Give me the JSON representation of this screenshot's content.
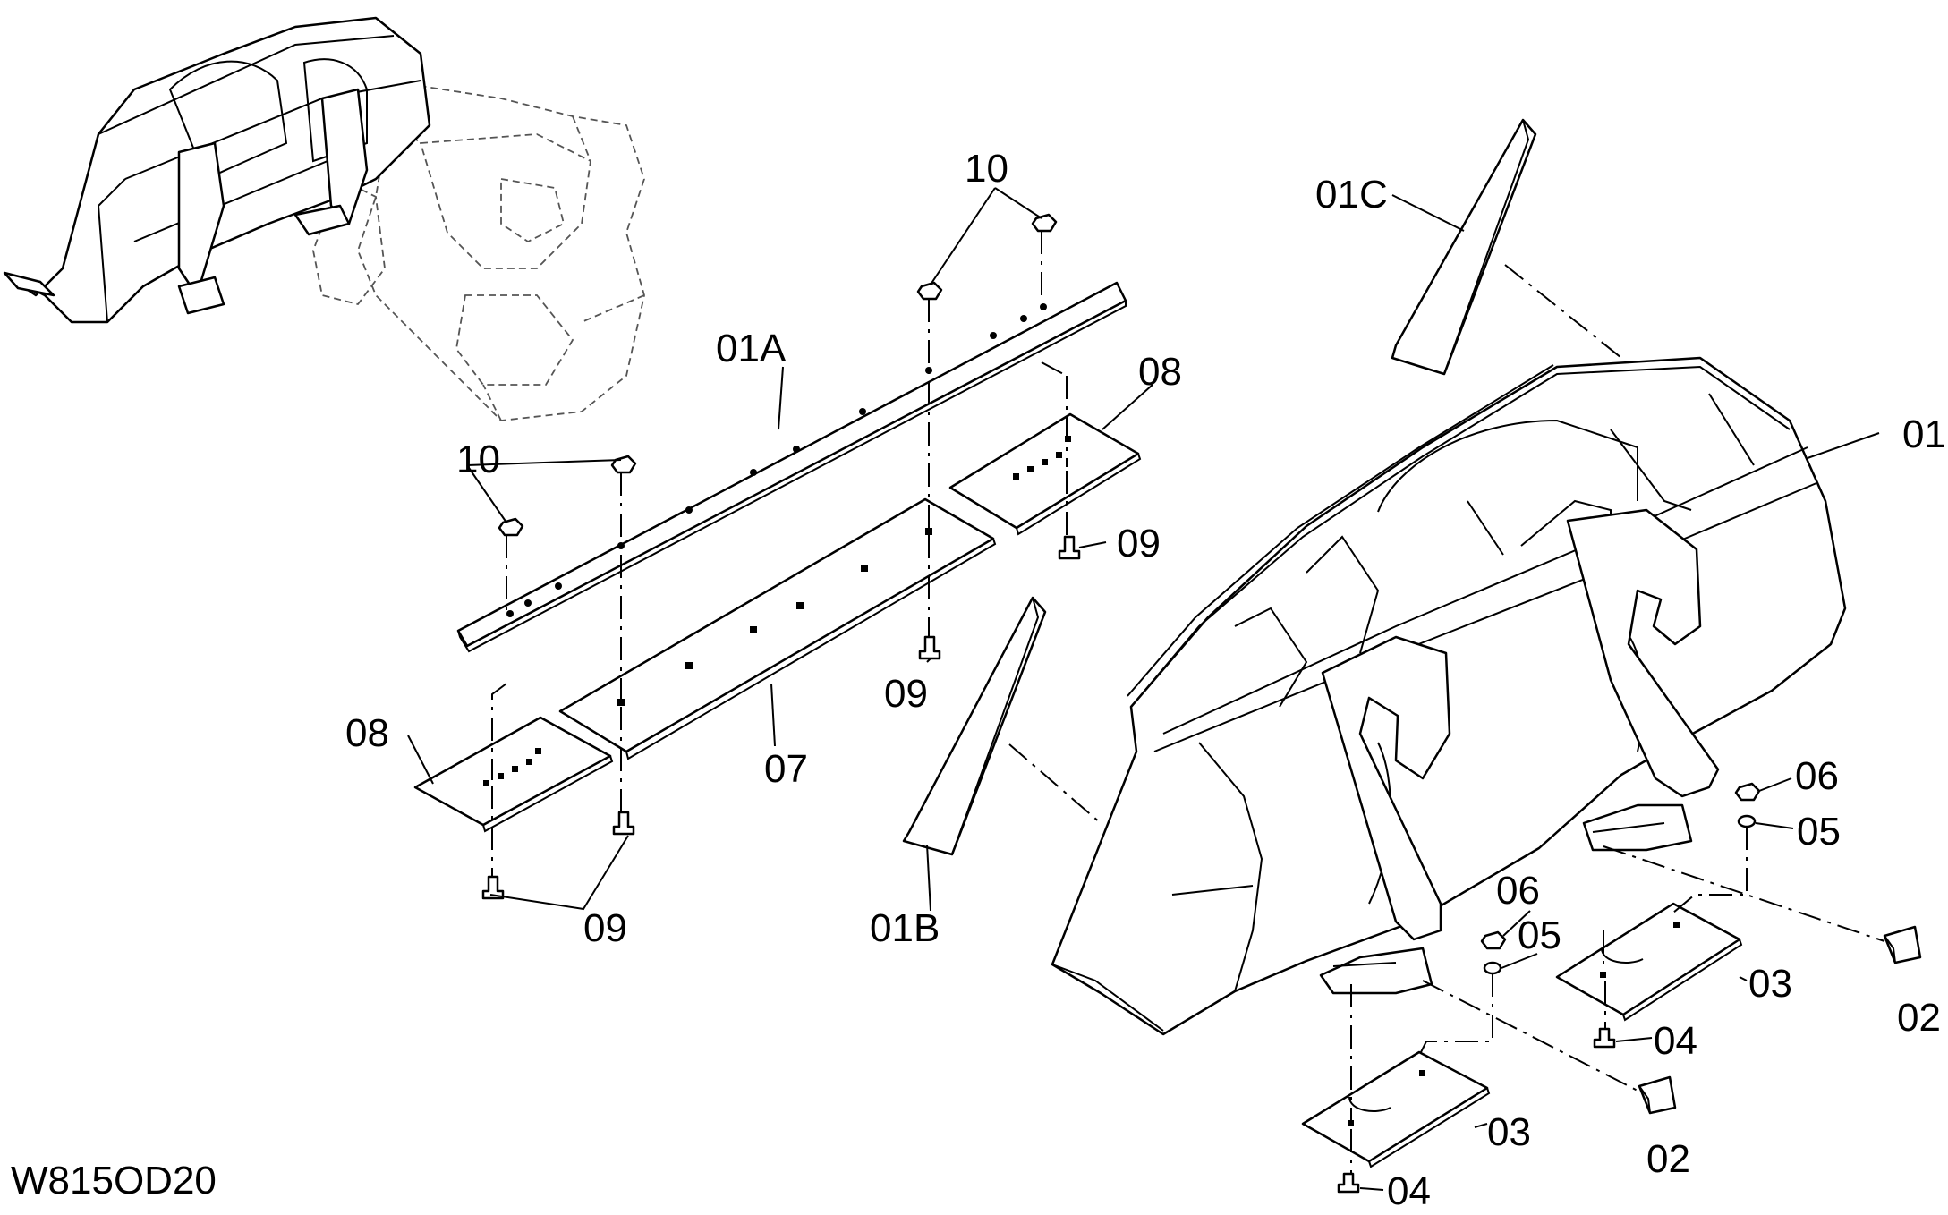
{
  "drawing_code": "W815OD20",
  "callouts": {
    "c01": "01",
    "c01A": "01A",
    "c01B": "01B",
    "c01C": "01C",
    "c02a": "02",
    "c02b": "02",
    "c03a": "03",
    "c03b": "03",
    "c04a": "04",
    "c04b": "04",
    "c05a": "05",
    "c05b": "05",
    "c06a": "06",
    "c06b": "06",
    "c07": "07",
    "c08a": "08",
    "c08b": "08",
    "c09a": "09",
    "c09b": "09",
    "c09c": "09",
    "c10a": "10",
    "c10b": "10"
  }
}
